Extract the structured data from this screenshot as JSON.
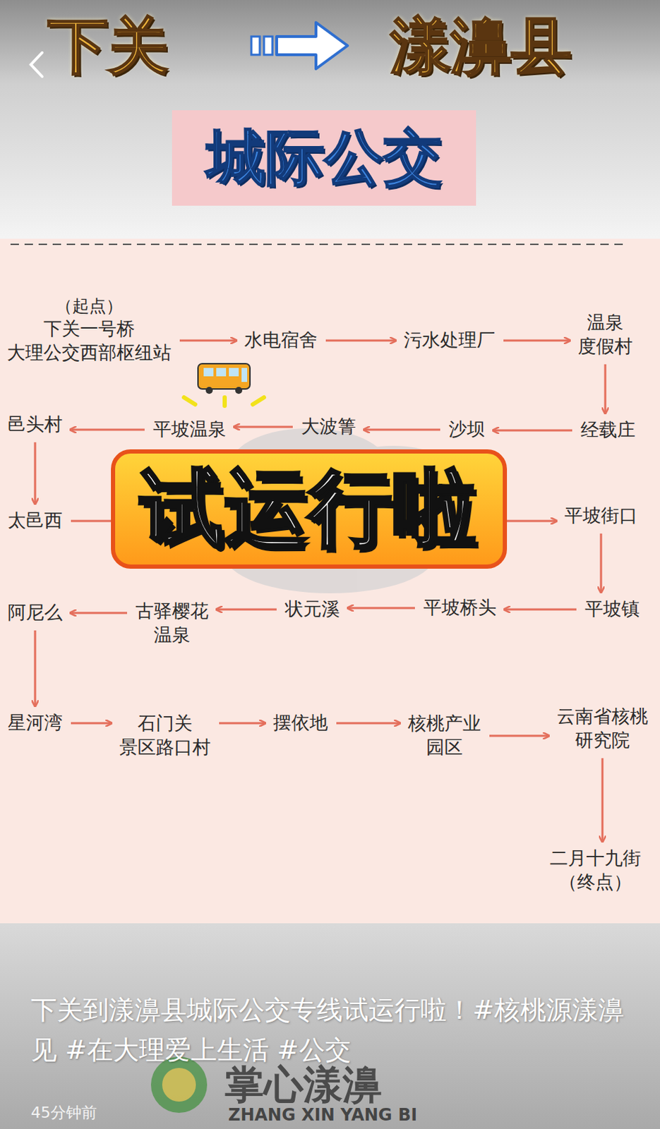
{
  "diagram": {
    "title": "城际公交",
    "caption": "下关到漾濞县城际公交专线试运行啦！#核桃源漾濞见 #在大理爱上生活 #公交",
    "nodes": [
      {
        "text": [
          "（起点）",
          "下关一号桥 大理公交西部枢纽站"
        ]
      },
      {
        "text": [
          "水电宿舍"
        ]
      },
      {
        "text": [
          "污水处理厂"
        ]
      },
      {
        "text": [
          "温泉 度假村"
        ]
      },
      {
        "text": [
          "经载庄"
        ]
      },
      {
        "text": [
          "沙坝"
        ]
      },
      {
        "text": [
          "大波箐"
        ]
      },
      {
        "text": [
          "平坡温泉"
        ]
      },
      {
        "text": [
          "邑头村"
        ]
      },
      {
        "text": [
          "太邑西"
        ]
      },
      {
        "text": [
          "平坡街口"
        ]
      },
      {
        "text": [
          "平坡镇"
        ]
      },
      {
        "text": [
          "平坡桥头"
        ]
      },
      {
        "text": [
          "状元溪"
        ]
      },
      {
        "text": [
          "古驿樱花 温泉"
        ]
      },
      {
        "text": [
          "阿尼么"
        ]
      },
      {
        "text": [
          "星河湾"
        ]
      },
      {
        "text": [
          "石门关 景区路口村"
        ]
      },
      {
        "text": [
          "摆依地"
        ]
      },
      {
        "text": [
          "核桃产业 园区"
        ]
      },
      {
        "text": [
          "云南省核桃 研究院"
        ]
      },
      {
        "text": [
          "二月十九街",
          "（终点）"
        ]
      }
    ],
    "edges": [
      {
        "from": 0,
        "to": 1,
        "arrow": "to"
      },
      {
        "from": 1,
        "to": 2,
        "arrow": "to"
      },
      {
        "from": 2,
        "to": 3,
        "arrow": "to"
      },
      {
        "from": 3,
        "to": 4,
        "arrow": "to"
      },
      {
        "from": 4,
        "to": 5,
        "arrow": "to"
      },
      {
        "from": 5,
        "to": 6,
        "arrow": "to"
      },
      {
        "from": 6,
        "to": 7,
        "arrow": "to"
      },
      {
        "from": 7,
        "to": 8,
        "arrow": "to"
      },
      {
        "from": 8,
        "to": 9,
        "arrow": "to"
      },
      {
        "from": 9,
        "to": 10,
        "arrow": "to"
      },
      {
        "from": 10,
        "to": 11,
        "arrow": "to"
      },
      {
        "from": 11,
        "to": 12,
        "arrow": "to"
      },
      {
        "from": 12,
        "to": 13,
        "arrow": "to"
      },
      {
        "from": 13,
        "to": 14,
        "arrow": "to"
      },
      {
        "from": 14,
        "to": 15,
        "arrow": "to"
      },
      {
        "from": 15,
        "to": 16,
        "arrow": "to"
      },
      {
        "from": 16,
        "to": 17,
        "arrow": "to"
      },
      {
        "from": 17,
        "to": 18,
        "arrow": "to"
      },
      {
        "from": 18,
        "to": 19,
        "arrow": "to"
      },
      {
        "from": 19,
        "to": 20,
        "arrow": "to"
      },
      {
        "from": 20,
        "to": 21,
        "arrow": "to"
      }
    ],
    "labels": [
      "下关",
      "漾濞县",
      "试运行啦",
      "掌心漾濞",
      "ZHANG XIN YANG BI",
      "45分钟前"
    ]
  }
}
